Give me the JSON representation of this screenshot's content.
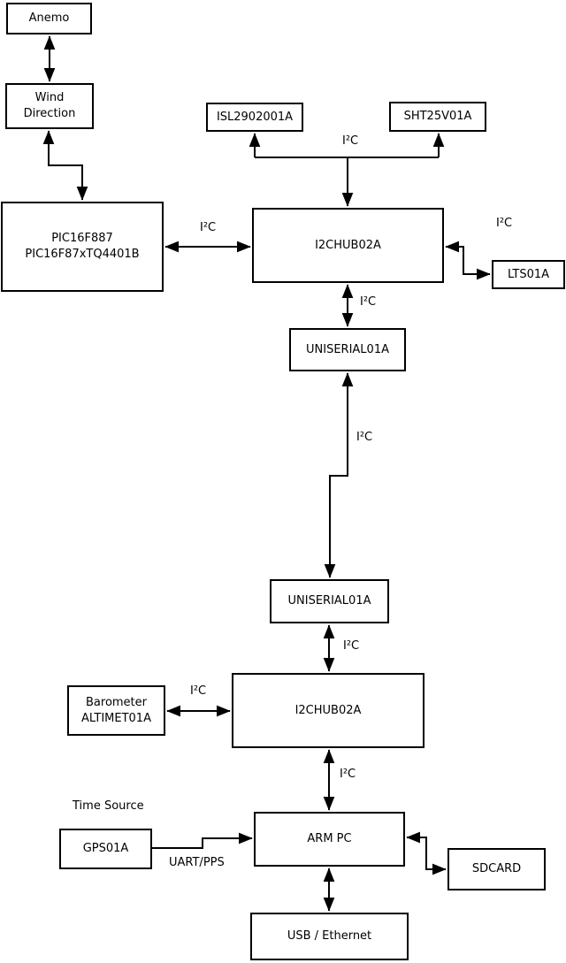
{
  "diagram": {
    "background_color": "#ffffff",
    "line_color": "#000000",
    "nodes": {
      "anemo": {
        "label": "Anemo"
      },
      "wind_direction": {
        "label": "Wind\nDirection"
      },
      "pic": {
        "label": "PIC16F887\nPIC16F87xTQ4401B"
      },
      "isl": {
        "label": "ISL2902001A"
      },
      "sht": {
        "label": "SHT25V01A"
      },
      "hub_top": {
        "label": "I2CHUB02A"
      },
      "lts": {
        "label": "LTS01A"
      },
      "uniserial_upper": {
        "label": "UNISERIAL01A"
      },
      "uniserial_lower": {
        "label": "UNISERIAL01A"
      },
      "hub_bottom": {
        "label": "I2CHUB02A"
      },
      "barometer": {
        "label": "Barometer\nALTIMET01A"
      },
      "gps": {
        "label": "GPS01A"
      },
      "arm_pc": {
        "label": "ARM PC"
      },
      "sdcard": {
        "label": "SDCARD"
      },
      "usb_ethernet": {
        "label": "USB / Ethernet"
      }
    },
    "edges": [
      {
        "from": "Anemo",
        "to": "Wind Direction",
        "label": "",
        "bidirectional": true
      },
      {
        "from": "Wind Direction",
        "to": "PIC16F887 PIC16F87xTQ4401B",
        "label": "",
        "bidirectional": true
      },
      {
        "from": "PIC16F887 PIC16F87xTQ4401B",
        "to": "I2CHUB02A (upper)",
        "label": "I²C",
        "bidirectional": true
      },
      {
        "from": "I2CHUB02A (upper)",
        "to": "ISL2902001A / SHT25V01A",
        "label": "I²C",
        "bidirectional": true
      },
      {
        "from": "I2CHUB02A (upper)",
        "to": "LTS01A",
        "label": "I²C",
        "bidirectional": true
      },
      {
        "from": "I2CHUB02A (upper)",
        "to": "UNISERIAL01A (upper)",
        "label": "I²C",
        "bidirectional": true
      },
      {
        "from": "UNISERIAL01A (upper)",
        "to": "UNISERIAL01A (lower)",
        "label": "I²C",
        "bidirectional": true
      },
      {
        "from": "UNISERIAL01A (lower)",
        "to": "I2CHUB02A (lower)",
        "label": "I²C",
        "bidirectional": true
      },
      {
        "from": "Barometer ALTIMET01A",
        "to": "I2CHUB02A (lower)",
        "label": "I²C",
        "bidirectional": true
      },
      {
        "from": "I2CHUB02A (lower)",
        "to": "ARM PC",
        "label": "I²C",
        "bidirectional": true
      },
      {
        "from": "GPS01A",
        "to": "ARM PC",
        "label": "UART/PPS",
        "bidirectional": false
      },
      {
        "from": "ARM PC",
        "to": "SDCARD",
        "label": "",
        "bidirectional": true
      },
      {
        "from": "ARM PC",
        "to": "USB / Ethernet",
        "label": "",
        "bidirectional": true
      }
    ],
    "annotations": {
      "time_source": "Time Source"
    }
  }
}
